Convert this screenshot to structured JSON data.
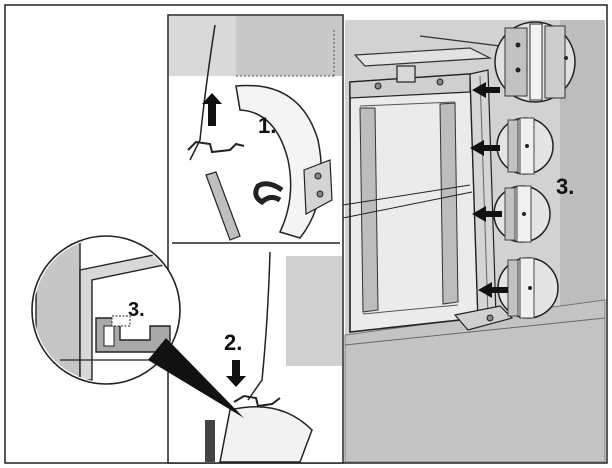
{
  "labels": {
    "step_1": "1.",
    "step_2": "2.",
    "step_3_right": "3.",
    "step_3_zoom": "3."
  },
  "colors": {
    "outline": "#111111",
    "panel_fill": "#ffffff",
    "wall_gray": "#c9c9c9",
    "light_gray": "#e4e4e4",
    "dark_gray": "#8a8a8a",
    "door_panel": "#dcdcdc",
    "rail_gray": "#b3b3b3"
  },
  "icons": {
    "step_1_arrow": "arrow-up-icon",
    "step_2_arrow": "arrow-down-icon",
    "step_3_arrows": "arrow-left-icon"
  }
}
